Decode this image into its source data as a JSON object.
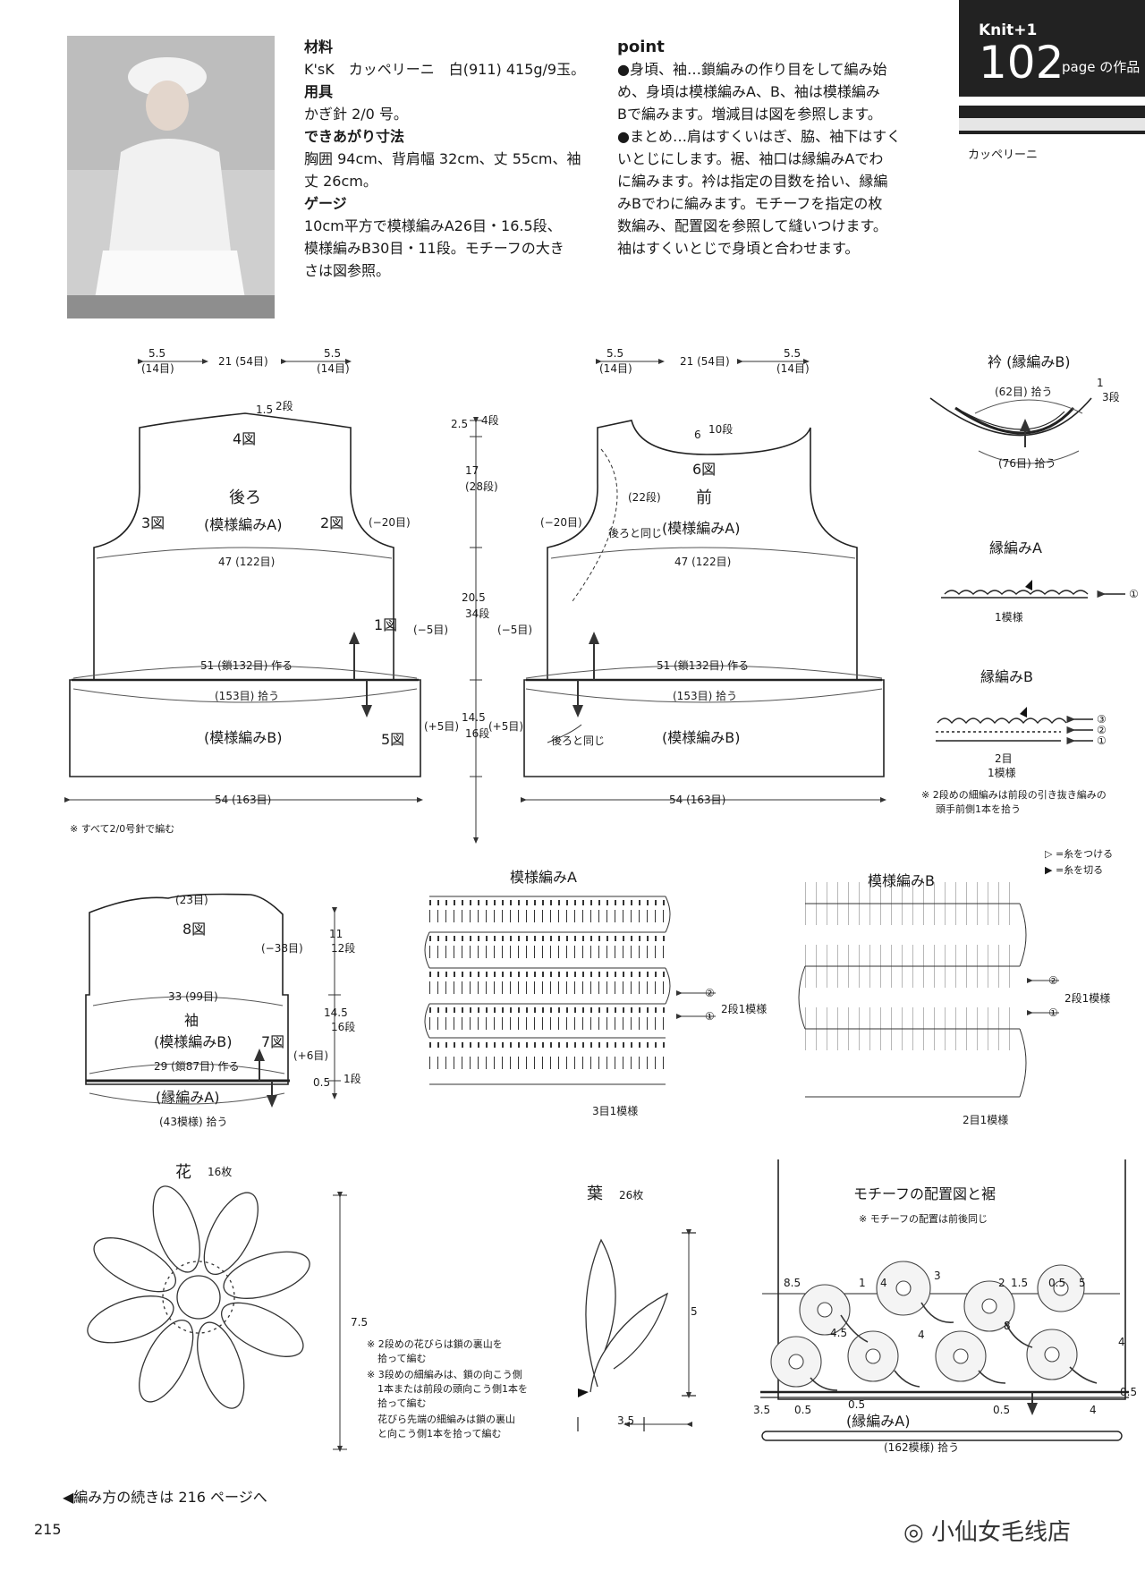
{
  "header": {
    "series": "Knit+1",
    "page_number": "102",
    "page_suffix": "page の作品",
    "yarn_tag": "カッペリーニ"
  },
  "materials": {
    "yarn_heading": "材料",
    "yarn_text": "K'sK　カッペリーニ　白(911) 415g/9玉。",
    "tool_heading": "用具",
    "tool_text": "かぎ針 2/0 号。",
    "size_heading": "できあがり寸法",
    "size_text_1": "胸囲 94cm、背肩幅 32cm、丈 55cm、袖",
    "size_text_2": "丈 26cm。",
    "gauge_heading": "ゲージ",
    "gauge_text_1": "10cm平方で模様編みA26目・16.5段、",
    "gauge_text_2": "模様編みB30目・11段。モチーフの大き",
    "gauge_text_3": "さは図参照。"
  },
  "point": {
    "heading": "point",
    "lines": [
      "●身頃、袖…鎖編みの作り目をして編み始",
      "め、身頃は模様編みA、B、袖は模様編み",
      "Bで編みます。増減目は図を参照します。",
      "●まとめ…肩はすくいはぎ、脇、袖下はすく",
      "いとじにします。裾、袖口は縁編みAでわ",
      "に編みます。衿は指定の目数を拾い、縁編",
      "みBでわに編みます。モチーフを指定の枚",
      "数編み、配置図を参照して縫いつけます。",
      "袖はすくいとじで身頃と合わせます。"
    ]
  },
  "back": {
    "top_left": "5.5",
    "top_left_st": "(14目)",
    "top_mid": "21 (54目)",
    "top_right": "5.5",
    "top_right_st": "(14目)",
    "neck_dim": "1.5",
    "neck_rows": "2段",
    "fig4": "4図",
    "title": "後ろ",
    "pattern": "(模様編みA)",
    "fig3": "3図",
    "fig2": "2図",
    "dec": "(−20目)",
    "width47": "47 (122目)",
    "fig1": "1図",
    "side_dec": "(−5目)",
    "chain51": "51 (鎖132目) 作る",
    "pick153": "(153目) 拾う",
    "pattern_b": "(模様編みB)",
    "fig5": "5図",
    "side_inc": "(+5目)",
    "bottom54": "54 (163目)"
  },
  "vertical": {
    "v1": "2.5",
    "v1r": "4段",
    "v2": "17",
    "v2r": "(28段)",
    "v3": "20.5",
    "v3r": "34段",
    "v4": "14.5",
    "v4r": "16段"
  },
  "front": {
    "top_left": "5.5",
    "top_left_st": "(14目)",
    "top_mid": "21 (54目)",
    "top_right": "5.5",
    "top_right_st": "(14目)",
    "neck6": "6",
    "neck6r": "10段",
    "fig6": "6図",
    "title": "前",
    "pattern": "(模様編みA)",
    "rows22": "(22段)",
    "same_as_back": "後ろと同じ",
    "dec": "(−20目)",
    "width47": "47 (122目)",
    "side_dec": "(−5目)",
    "chain51": "51 (鎖132目) 作る",
    "pick153": "(153目) 拾う",
    "pattern_b": "(模様編みB)",
    "side_inc": "(+5目)",
    "same2": "後ろと同じ",
    "bottom54": "54 (163目)"
  },
  "note_all": "※ すべて2/0号針で編む",
  "collar": {
    "title": "衿 (縁編みB)",
    "pick62": "(62目) 拾う",
    "rows": "1",
    "rows_r": "3段",
    "pick76": "(76目) 拾う"
  },
  "edge_a": {
    "title": "縁編みA",
    "repeat": "1模様",
    "row": "①"
  },
  "edge_b": {
    "title": "縁編みB",
    "rows": [
      "③",
      "②",
      "①"
    ],
    "stitches": "2目",
    "repeat": "1模様",
    "note1": "※ 2段めの細編みは前段の引き抜き編みの",
    "note2": "頭手前側1本を拾う"
  },
  "legend": {
    "attach": "▷ =糸をつける",
    "cut": "▶ =糸を切る"
  },
  "sleeve": {
    "top23": "(23目)",
    "fig8": "8図",
    "dec38": "(−38目)",
    "width33": "33 (99目)",
    "title": "袖",
    "pattern": "(模様編みB)",
    "fig7": "7図",
    "inc6": "(+6目)",
    "chain29": "29 (鎖87目) 作る",
    "edge": "(縁編みA)",
    "pick43": "(43模様) 拾う",
    "v11": "11",
    "v11r": "12段",
    "v14": "14.5",
    "v14r": "16段",
    "v05": "0.5",
    "v05r": "1段"
  },
  "pattern_a": {
    "title": "模様編みA",
    "row2": "②",
    "row1": "①",
    "repeat_rows": "2段1模様",
    "repeat_sts": "3目1模様"
  },
  "pattern_b": {
    "title": "模様編みB",
    "row2": "②",
    "row1": "①",
    "repeat_rows": "2段1模様",
    "repeat_sts": "2目1模様"
  },
  "flower": {
    "title": "花",
    "count": "16枚",
    "size": "7.5",
    "note1": "※ 2段めの花びらは鎖の裏山を",
    "note2": "拾って編む",
    "note3": "※ 3段めの細編みは、鎖の向こう側",
    "note4": "1本または前段の頭向こう側1本を",
    "note5": "拾って編む",
    "note6": "花びら先端の細編みは鎖の裏山",
    "note7": "と向こう側1本を拾って編む"
  },
  "leaf": {
    "title": "葉",
    "count": "26枚",
    "height": "5",
    "width": "3.5"
  },
  "placement": {
    "title": "モチーフの配置図と裾",
    "note": "※ モチーフの配置は前後同じ",
    "d85": "8.5",
    "d1": "1",
    "d4a": "4",
    "d3": "3",
    "d2": "2",
    "d15": "1.5",
    "d05a": "0.5",
    "d5": "5",
    "d45": "4.5",
    "d4b": "4",
    "d8": "8",
    "d4c": "4",
    "d05r": "0.5",
    "d35": "3.5",
    "d05b": "0.5",
    "d05c": "0.5",
    "d05d": "0.5",
    "d4d": "4",
    "edge": "(縁編みA)",
    "pick162": "(162模様) 拾う"
  },
  "footer": {
    "continue": "◀編み方の続きは 216 ページへ",
    "page": "215",
    "shop": "小仙女毛线店"
  }
}
